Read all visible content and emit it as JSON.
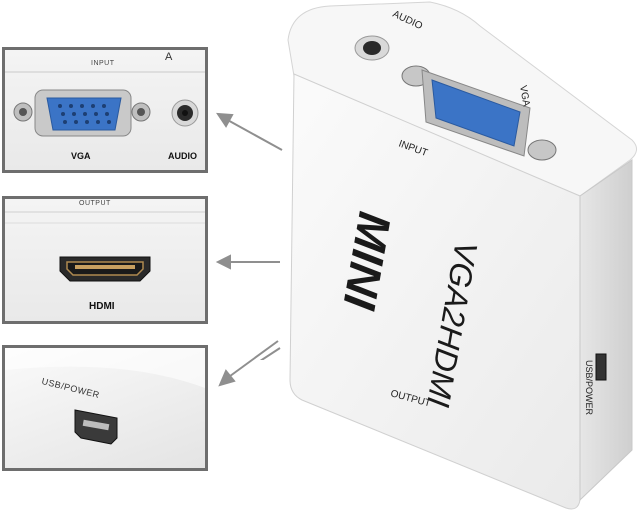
{
  "panels": {
    "vga_audio": {
      "header": "INPUT",
      "side_mark": "A",
      "vga_label": "VGA",
      "audio_label": "AUDIO"
    },
    "hdmi": {
      "header": "OUTPUT",
      "hdmi_label": "HDMI"
    },
    "usb": {
      "label": "USB/POWER"
    }
  },
  "device": {
    "audio_label": "AUDIO",
    "vga_label": "VGA",
    "input_label": "INPUT",
    "logo_text": "MINI",
    "model_text": "VGA2HDMI",
    "output_label": "OUTPUT",
    "usb_label": "USB/POWER"
  },
  "colors": {
    "device_body": "#f5f5f5",
    "vga_port_blue": "#3b74c6",
    "panel_border": "#6e6e6e",
    "arrow": "#8f8f8f"
  }
}
